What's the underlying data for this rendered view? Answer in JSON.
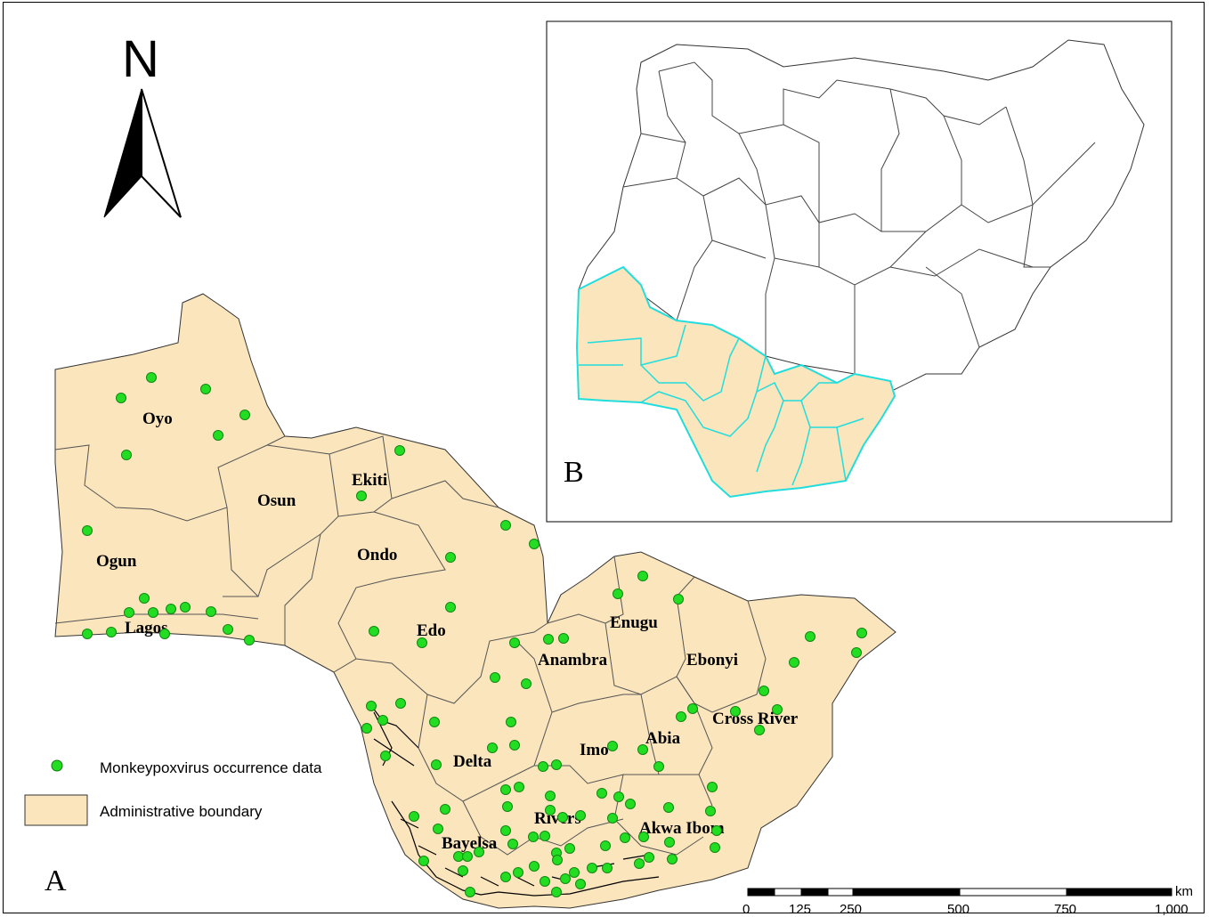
{
  "north_arrow": {
    "letter": "N"
  },
  "panels": {
    "main_letter": "A",
    "inset_letter": "B"
  },
  "states": [
    {
      "key": "oyo",
      "name": "Oyo"
    },
    {
      "key": "osun",
      "name": "Osun"
    },
    {
      "key": "ekiti",
      "name": "Ekiti"
    },
    {
      "key": "ogun",
      "name": "Ogun"
    },
    {
      "key": "ondo",
      "name": "Ondo"
    },
    {
      "key": "lagos",
      "name": "Lagos"
    },
    {
      "key": "edo",
      "name": "Edo"
    },
    {
      "key": "enugu",
      "name": "Enugu"
    },
    {
      "key": "anambra",
      "name": "Anambra"
    },
    {
      "key": "ebonyi",
      "name": "Ebonyi"
    },
    {
      "key": "cross_river",
      "name": "Cross River"
    },
    {
      "key": "abia",
      "name": "Abia"
    },
    {
      "key": "imo",
      "name": "Imo"
    },
    {
      "key": "delta",
      "name": "Delta"
    },
    {
      "key": "rivers",
      "name": "Rivers"
    },
    {
      "key": "bayelsa",
      "name": "Bayelsa"
    },
    {
      "key": "akwa_ibom",
      "name": "Akwa Ibom"
    }
  ],
  "legend": {
    "occurrence": "Monkeypoxvirus occurrence data",
    "boundary": "Administrative boundary"
  },
  "scale_bar": {
    "unit": "km",
    "ticks": [
      "0",
      "125",
      "250",
      "500",
      "750",
      "1,000"
    ]
  },
  "colors": {
    "land_fill": "#fae5bc",
    "point_fill": "#22dd22",
    "highlight_outline": "#22dddd",
    "border": "#000000"
  }
}
